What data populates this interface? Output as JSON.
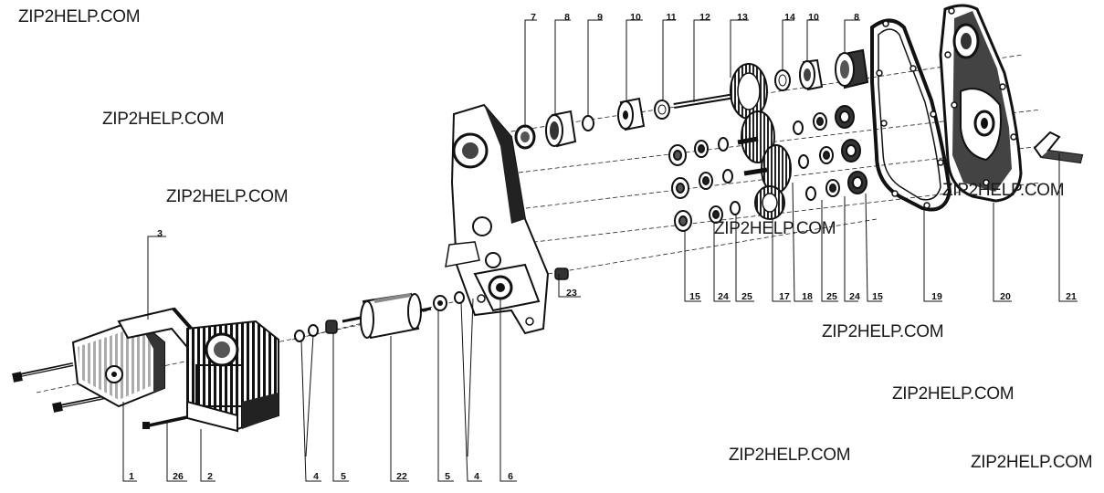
{
  "watermarks": [
    {
      "id": "wm-1",
      "text": "ZIP2HELP.COM"
    },
    {
      "id": "wm-2",
      "text": "ZIP2HELP.COM"
    },
    {
      "id": "wm-3",
      "text": "ZIP2HELP.COM"
    },
    {
      "id": "wm-4",
      "text": "ZIP2HELP.COM"
    },
    {
      "id": "wm-5",
      "text": "ZIP2HELP.COM"
    },
    {
      "id": "wm-6",
      "text": "ZIP2HELP.COM"
    },
    {
      "id": "wm-7",
      "text": "ZIP2HELP.COM"
    },
    {
      "id": "wm-8",
      "text": "ZIP2HELP.COM"
    },
    {
      "id": "wm-9",
      "text": "ZIP2HELP.COM"
    }
  ],
  "top_labels": [
    "7",
    "8",
    "9",
    "10",
    "11",
    "12",
    "13",
    "14",
    "10",
    "8"
  ],
  "bottom_labels": [
    "1",
    "26",
    "2",
    "4",
    "5",
    "22",
    "5",
    "4",
    "6",
    "15",
    "24",
    "25",
    "17",
    "18",
    "25",
    "24",
    "15",
    "19",
    "20",
    "21"
  ],
  "side_labels": [
    "3",
    "23"
  ],
  "colors": {
    "ink": "#111111",
    "paper": "#ffffff",
    "shade": "#555555"
  }
}
